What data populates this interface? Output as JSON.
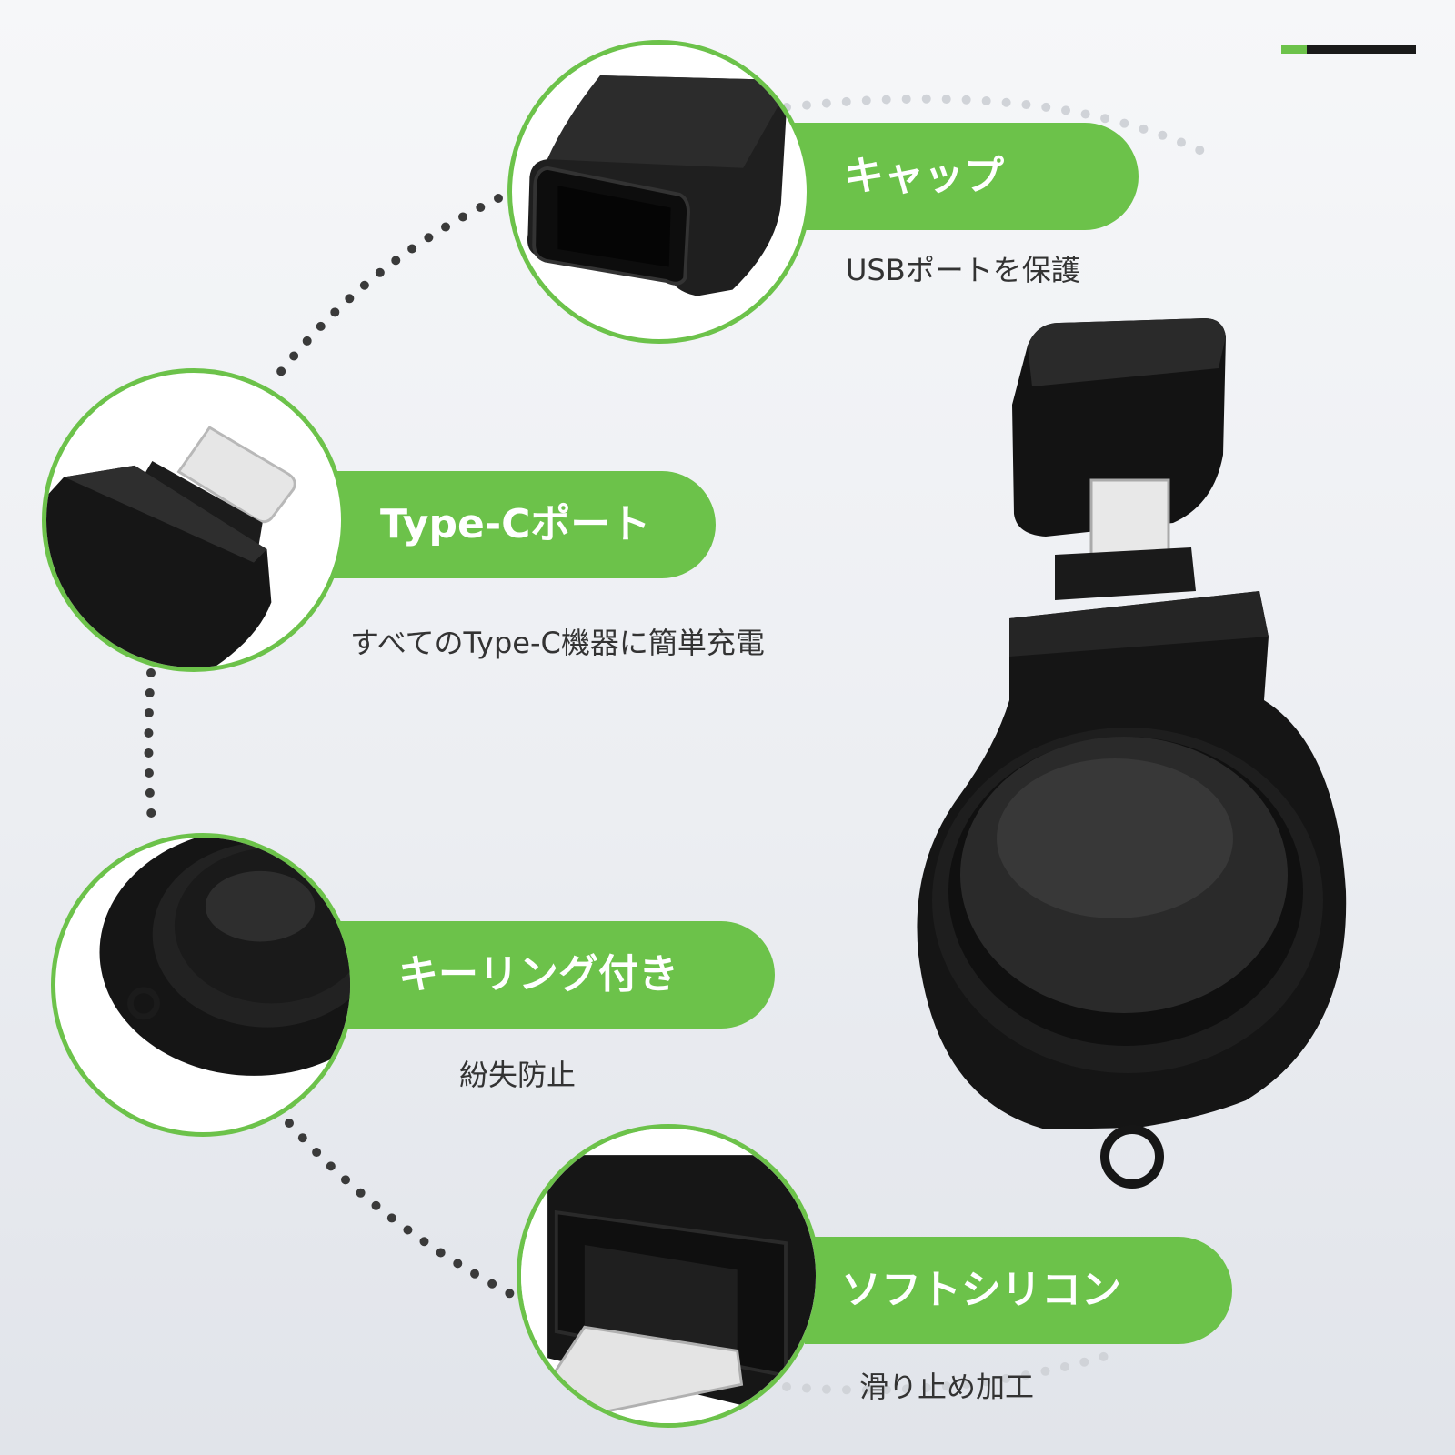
{
  "accent_color": "#6cc24a",
  "features": [
    {
      "title": "キャップ",
      "description": "USBポートを保護",
      "icon": "cap-icon"
    },
    {
      "title": "Type-Cポート",
      "description": "すべてのType-C機器に簡単充電",
      "icon": "type-c-port-icon"
    },
    {
      "title": "キーリング付き",
      "description": "紛失防止",
      "icon": "keyring-icon"
    },
    {
      "title": "ソフトシリコン",
      "description": "滑り止め加工",
      "icon": "silicone-icon"
    }
  ]
}
